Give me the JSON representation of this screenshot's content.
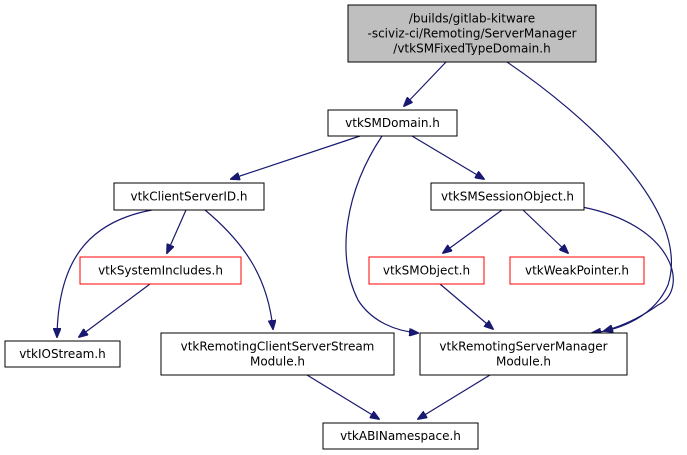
{
  "graph": {
    "colors": {
      "edge": "#191970",
      "border_normal": "#000000",
      "border_missing": "#ff0000",
      "root_fill": "#bfbfbf",
      "node_fill": "#ffffff"
    },
    "nodes": [
      {
        "id": "root",
        "lines": [
          "/builds/gitlab-kitware",
          "-sciviz-ci/Remoting/ServerManager",
          "/vtkSMFixedTypeDomain.h"
        ],
        "style": "root"
      },
      {
        "id": "smdomain",
        "lines": [
          "vtkSMDomain.h"
        ],
        "style": "normal"
      },
      {
        "id": "clientserverid",
        "lines": [
          "vtkClientServerID.h"
        ],
        "style": "normal"
      },
      {
        "id": "smsessionobject",
        "lines": [
          "vtkSMSessionObject.h"
        ],
        "style": "normal"
      },
      {
        "id": "systemincludes",
        "lines": [
          "vtkSystemIncludes.h"
        ],
        "style": "missing"
      },
      {
        "id": "smobject",
        "lines": [
          "vtkSMObject.h"
        ],
        "style": "missing"
      },
      {
        "id": "weakpointer",
        "lines": [
          "vtkWeakPointer.h"
        ],
        "style": "missing"
      },
      {
        "id": "iostream",
        "lines": [
          "vtkIOStream.h"
        ],
        "style": "normal"
      },
      {
        "id": "rcsstream",
        "lines": [
          "vtkRemotingClientServerStream",
          "Module.h"
        ],
        "style": "normal"
      },
      {
        "id": "rsmmodule",
        "lines": [
          "vtkRemotingServerManager",
          "Module.h"
        ],
        "style": "normal"
      },
      {
        "id": "abinamespace",
        "lines": [
          "vtkABINamespace.h"
        ],
        "style": "normal"
      }
    ],
    "edges": [
      {
        "from": "root",
        "to": "smdomain"
      },
      {
        "from": "root",
        "to": "rsmmodule"
      },
      {
        "from": "smdomain",
        "to": "clientserverid"
      },
      {
        "from": "smdomain",
        "to": "rsmmodule"
      },
      {
        "from": "smdomain",
        "to": "smsessionobject"
      },
      {
        "from": "clientserverid",
        "to": "iostream"
      },
      {
        "from": "clientserverid",
        "to": "systemincludes"
      },
      {
        "from": "clientserverid",
        "to": "rcsstream"
      },
      {
        "from": "systemincludes",
        "to": "iostream"
      },
      {
        "from": "smsessionobject",
        "to": "smobject"
      },
      {
        "from": "smsessionobject",
        "to": "weakpointer"
      },
      {
        "from": "smsessionobject",
        "to": "rsmmodule"
      },
      {
        "from": "smobject",
        "to": "rsmmodule"
      },
      {
        "from": "rcsstream",
        "to": "abinamespace"
      },
      {
        "from": "rsmmodule",
        "to": "abinamespace"
      }
    ]
  }
}
